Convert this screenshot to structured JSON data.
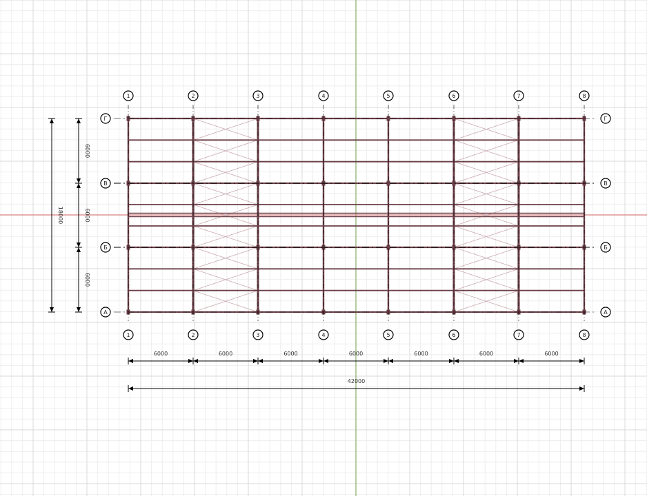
{
  "drawing": {
    "background_color": "#ffffff",
    "grid_minor_color": "#eeeeee",
    "grid_major_color": "#d9d9d9",
    "origin_x_axis_color": "#8fb070",
    "origin_y_axis_color": "#d98080",
    "frame_color": "#6b3f48",
    "bracing_color": "#c9a9b0",
    "dimension_color": "#000000"
  },
  "structure": {
    "column_axes": [
      "1",
      "2",
      "3",
      "4",
      "5",
      "6",
      "7",
      "8"
    ],
    "row_axes_top_to_bottom": [
      "Г",
      "В",
      "Б",
      "А"
    ],
    "bay_spacing_mm": 6000,
    "span_spacing_mm": 6000,
    "braced_bays": [
      [
        2,
        3
      ],
      [
        6,
        7
      ]
    ],
    "purlin_rows_per_span": 3
  },
  "dimensions": {
    "horizontal_chain": [
      "6000",
      "6000",
      "6000",
      "6000",
      "6000",
      "6000",
      "6000"
    ],
    "horizontal_total": "42000",
    "vertical_chain": [
      "6000",
      "6000",
      "6000"
    ],
    "vertical_total": "18000"
  }
}
